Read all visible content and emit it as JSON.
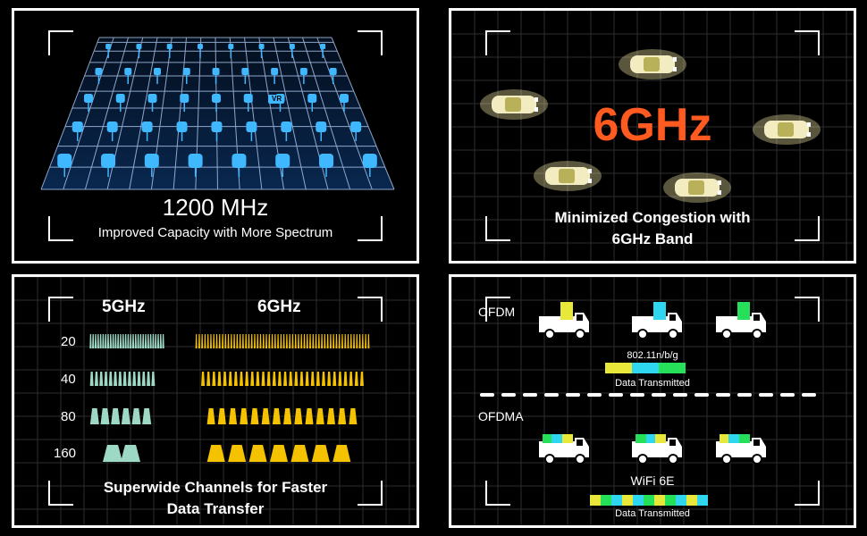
{
  "panel1": {
    "headline": "1200 MHz",
    "caption": "Improved Capacity with More Spectrum",
    "vr_badge": "VR"
  },
  "panel2": {
    "headline": "6GHz",
    "caption_line1": "Minimized Congestion with",
    "caption_line2": "6GHz Band",
    "accent": "#ff5a1f"
  },
  "panel3": {
    "col_5ghz": "5GHz",
    "col_6ghz": "6GHz",
    "rows": [
      "20",
      "40",
      "80",
      "160"
    ],
    "caption_line1": "Superwide Channels for Faster",
    "caption_line2": "Data Transfer",
    "color_5ghz": "#9ed9c6",
    "color_6ghz": "#f5c200"
  },
  "panel4": {
    "ofdm_label": "OFDM",
    "ofdm_standard": "802.11n/b/g",
    "ofdm_data": "Data Transmitted",
    "ofdma_label": "OFDMA",
    "ofdma_standard": "WiFi 6E",
    "ofdma_data": "Data Transmitted",
    "colors": {
      "yellow": "#e8e83a",
      "cyan": "#2fd6f0",
      "green": "#27e05a"
    }
  }
}
